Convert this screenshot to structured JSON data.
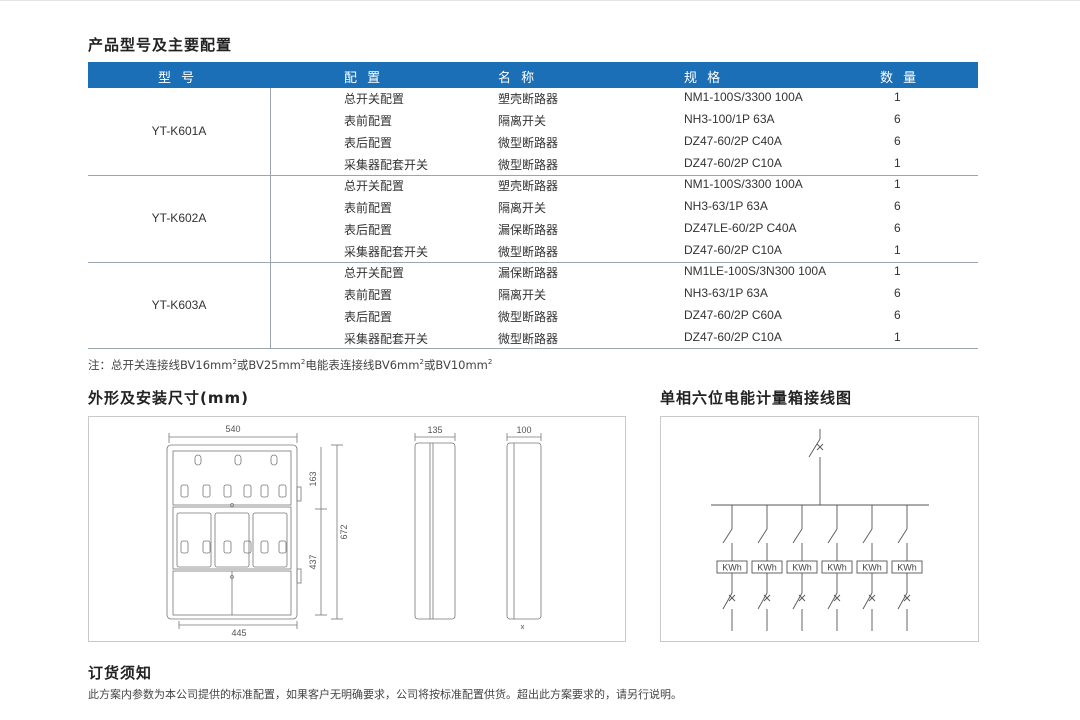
{
  "product_section": {
    "title": "产品型号及主要配置",
    "headers": [
      "型 号",
      "配 置",
      "名 称",
      "规 格",
      "数 量"
    ],
    "groups": [
      {
        "model": "YT-K601A",
        "rows": [
          {
            "config": "总开关配置",
            "name": "塑壳断路器",
            "spec": "NM1-100S/3300 100A",
            "qty": "1"
          },
          {
            "config": "表前配置",
            "name": "隔离开关",
            "spec": "NH3-100/1P 63A",
            "qty": "6"
          },
          {
            "config": "表后配置",
            "name": "微型断路器",
            "spec": "DZ47-60/2P  C40A",
            "qty": "6"
          },
          {
            "config": "采集器配套开关",
            "name": "微型断路器",
            "spec": "DZ47-60/2P  C10A",
            "qty": "1"
          }
        ]
      },
      {
        "model": "YT-K602A",
        "rows": [
          {
            "config": "总开关配置",
            "name": "塑壳断路器",
            "spec": "NM1-100S/3300 100A",
            "qty": "1"
          },
          {
            "config": "表前配置",
            "name": "隔离开关",
            "spec": "NH3-63/1P 63A",
            "qty": "6"
          },
          {
            "config": "表后配置",
            "name": "漏保断路器",
            "spec": "DZ47LE-60/2P  C40A",
            "qty": "6"
          },
          {
            "config": "采集器配套开关",
            "name": "微型断路器",
            "spec": "DZ47-60/2P C10A",
            "qty": "1"
          }
        ]
      },
      {
        "model": "YT-K603A",
        "rows": [
          {
            "config": "总开关配置",
            "name": "漏保断路器",
            "spec": "NM1LE-100S/3N300 100A",
            "qty": "1"
          },
          {
            "config": "表前配置",
            "name": "隔离开关",
            "spec": "NH3-63/1P 63A",
            "qty": "6"
          },
          {
            "config": "表后配置",
            "name": "微型断路器",
            "spec": "DZ47-60/2P  C60A",
            "qty": "6"
          },
          {
            "config": "采集器配套开关",
            "name": "微型断路器",
            "spec": "DZ47-60/2P  C10A",
            "qty": "1"
          }
        ]
      }
    ],
    "note": {
      "prefix": "注：总开关连接线BV16mm",
      "p1": "或BV25mm",
      "p2": "电能表连接线BV6mm",
      "p3": "或BV10mm",
      "sup": "2"
    }
  },
  "dimension_section": {
    "title": "外形及安装尺寸(mm)",
    "dims": {
      "width_top": "540",
      "width_bottom": "445",
      "right_top": "163",
      "right_mid": "437",
      "height": "672",
      "depth_a": "135",
      "depth_b": "100"
    }
  },
  "wiring_section": {
    "title": "单相六位电能计量箱接线图",
    "meter_label": "KWh",
    "meter_count": 6
  },
  "order_section": {
    "title": "订货须知",
    "text": "此方案内参数为本公司提供的标准配置，如果客户无明确要求，公司将按标准配置供货。超出此方案要求的，请另行说明。"
  },
  "colors": {
    "header_blue": "#1a6fb7",
    "line_gray": "#9aa5b0"
  }
}
